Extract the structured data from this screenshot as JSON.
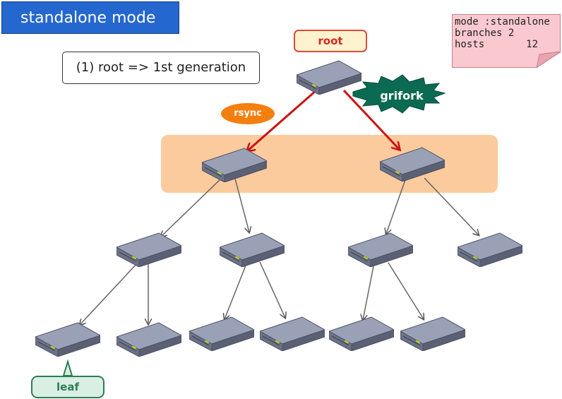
{
  "title": "standalone mode",
  "step": "(1) root => 1st generation",
  "note": {
    "lines": [
      "mode :standalone",
      "branches 2",
      "hosts       12"
    ]
  },
  "labels": {
    "root": "root",
    "rsync": "rsync",
    "grifork": "grifork",
    "leaf": "leaf"
  },
  "colors": {
    "title_bg": "#2467cf",
    "rsync_arrow": "#cc1111",
    "highlight_band": "#fbcb9d",
    "grifork_badge": "#0b6b52",
    "rsync_badge": "#f47f0e",
    "note_bg": "#f9c9cf"
  },
  "icons": [
    "server-icon"
  ]
}
